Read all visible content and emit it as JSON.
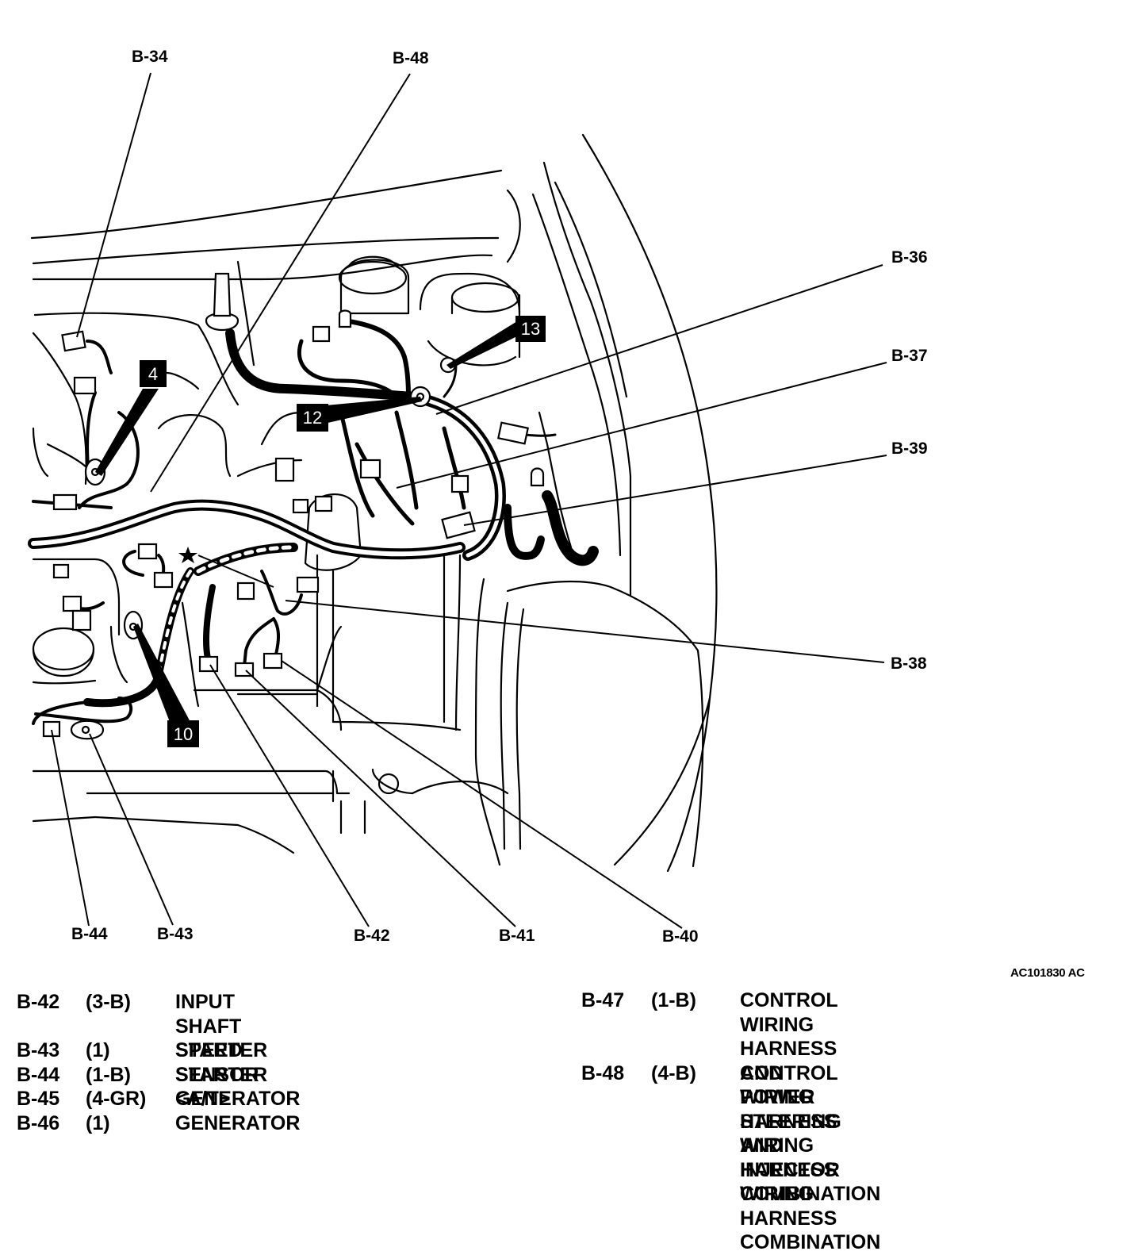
{
  "callouts": {
    "b34": "B-34",
    "b48": "B-48",
    "b36": "B-36",
    "b37": "B-37",
    "b39": "B-39",
    "b38": "B-38",
    "b40": "B-40",
    "b41": "B-41",
    "b42": "B-42",
    "b43": "B-43",
    "b44": "B-44"
  },
  "ground_points": {
    "g4": "4",
    "g10": "10",
    "g12": "12",
    "g13": "13"
  },
  "figure_id": "AC101830 AC",
  "legend_left": [
    {
      "code": "B-42",
      "pins": "(3-B)",
      "desc": "INPUT SHAFT SPEED SENSOR\n<A/T>"
    },
    {
      "code": "B-43",
      "pins": "(1)",
      "desc": "STARTER"
    },
    {
      "code": "B-44",
      "pins": "(1-B)",
      "desc": "STARTER"
    },
    {
      "code": "B-45",
      "pins": "(4-GR)",
      "desc": "GENERATOR"
    },
    {
      "code": "B-46",
      "pins": "(1)",
      "desc": "GENERATOR"
    }
  ],
  "legend_right": [
    {
      "code": "B-47",
      "pins": "(1-B)",
      "desc": "CONTROL WIRING HARNESS AND\nPOWER STEERING WIRING\nHARNESS COMBINATION"
    },
    {
      "code": "B-48",
      "pins": "(4-B)",
      "desc": "CONTROL WIRING HARNESS AND\nINJECTOR WIRING HARNESS\nCOMBINATION"
    }
  ]
}
